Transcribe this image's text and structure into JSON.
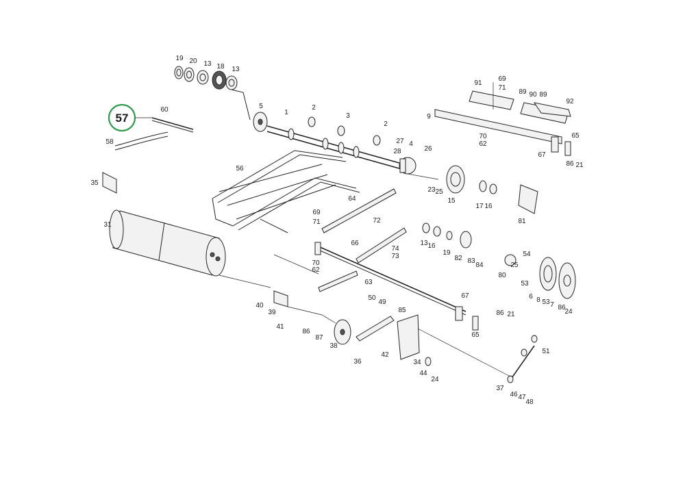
{
  "callout": {
    "number": "57",
    "ring_color": "#2e9b4c"
  },
  "labels": [
    {
      "id": "19a",
      "text": "19"
    },
    {
      "id": "20",
      "text": "20"
    },
    {
      "id": "13a",
      "text": "13"
    },
    {
      "id": "18",
      "text": "18"
    },
    {
      "id": "13b",
      "text": "13"
    },
    {
      "id": "91",
      "text": "91"
    },
    {
      "id": "69a",
      "text": "69"
    },
    {
      "id": "71a",
      "text": "71"
    },
    {
      "id": "89a",
      "text": "89"
    },
    {
      "id": "90",
      "text": "90"
    },
    {
      "id": "89b",
      "text": "89"
    },
    {
      "id": "92",
      "text": "92"
    },
    {
      "id": "60",
      "text": "60"
    },
    {
      "id": "5",
      "text": "5"
    },
    {
      "id": "1",
      "text": "1"
    },
    {
      "id": "2a",
      "text": "2"
    },
    {
      "id": "3",
      "text": "3"
    },
    {
      "id": "9",
      "text": "9"
    },
    {
      "id": "58",
      "text": "58"
    },
    {
      "id": "2b",
      "text": "2"
    },
    {
      "id": "70a",
      "text": "70"
    },
    {
      "id": "62a",
      "text": "62"
    },
    {
      "id": "65a",
      "text": "65"
    },
    {
      "id": "27",
      "text": "27"
    },
    {
      "id": "4",
      "text": "4"
    },
    {
      "id": "26",
      "text": "26"
    },
    {
      "id": "28",
      "text": "28"
    },
    {
      "id": "67a",
      "text": "67"
    },
    {
      "id": "86a",
      "text": "86"
    },
    {
      "id": "21a",
      "text": "21"
    },
    {
      "id": "56",
      "text": "56"
    },
    {
      "id": "35",
      "text": "35"
    },
    {
      "id": "23",
      "text": "23"
    },
    {
      "id": "25a",
      "text": "25"
    },
    {
      "id": "15",
      "text": "15"
    },
    {
      "id": "17",
      "text": "17"
    },
    {
      "id": "16a",
      "text": "16"
    },
    {
      "id": "64",
      "text": "64"
    },
    {
      "id": "81",
      "text": "81"
    },
    {
      "id": "31",
      "text": "31"
    },
    {
      "id": "69b",
      "text": "69"
    },
    {
      "id": "72",
      "text": "72"
    },
    {
      "id": "71b",
      "text": "71"
    },
    {
      "id": "13c",
      "text": "13"
    },
    {
      "id": "16b",
      "text": "16"
    },
    {
      "id": "19b",
      "text": "19"
    },
    {
      "id": "66",
      "text": "66"
    },
    {
      "id": "74",
      "text": "74"
    },
    {
      "id": "73",
      "text": "73"
    },
    {
      "id": "82",
      "text": "82"
    },
    {
      "id": "83",
      "text": "83"
    },
    {
      "id": "84",
      "text": "84"
    },
    {
      "id": "54",
      "text": "54"
    },
    {
      "id": "80",
      "text": "80"
    },
    {
      "id": "25b",
      "text": "25"
    },
    {
      "id": "53a",
      "text": "53"
    },
    {
      "id": "70b",
      "text": "70"
    },
    {
      "id": "62b",
      "text": "62"
    },
    {
      "id": "63",
      "text": "63"
    },
    {
      "id": "6",
      "text": "6"
    },
    {
      "id": "8",
      "text": "8"
    },
    {
      "id": "7",
      "text": "7"
    },
    {
      "id": "53b",
      "text": "53"
    },
    {
      "id": "86b",
      "text": "86"
    },
    {
      "id": "24a",
      "text": "24"
    },
    {
      "id": "40",
      "text": "40"
    },
    {
      "id": "50",
      "text": "50"
    },
    {
      "id": "49",
      "text": "49"
    },
    {
      "id": "85",
      "text": "85"
    },
    {
      "id": "67b",
      "text": "67"
    },
    {
      "id": "39",
      "text": "39"
    },
    {
      "id": "86c",
      "text": "86"
    },
    {
      "id": "21b",
      "text": "21"
    },
    {
      "id": "65b",
      "text": "65"
    },
    {
      "id": "41",
      "text": "41"
    },
    {
      "id": "86d",
      "text": "86"
    },
    {
      "id": "87",
      "text": "87"
    },
    {
      "id": "38",
      "text": "38"
    },
    {
      "id": "51",
      "text": "51"
    },
    {
      "id": "42",
      "text": "42"
    },
    {
      "id": "36",
      "text": "36"
    },
    {
      "id": "34",
      "text": "34"
    },
    {
      "id": "44",
      "text": "44"
    },
    {
      "id": "24b",
      "text": "24"
    },
    {
      "id": "37",
      "text": "37"
    },
    {
      "id": "46",
      "text": "46"
    },
    {
      "id": "47",
      "text": "47"
    },
    {
      "id": "48",
      "text": "48"
    }
  ]
}
